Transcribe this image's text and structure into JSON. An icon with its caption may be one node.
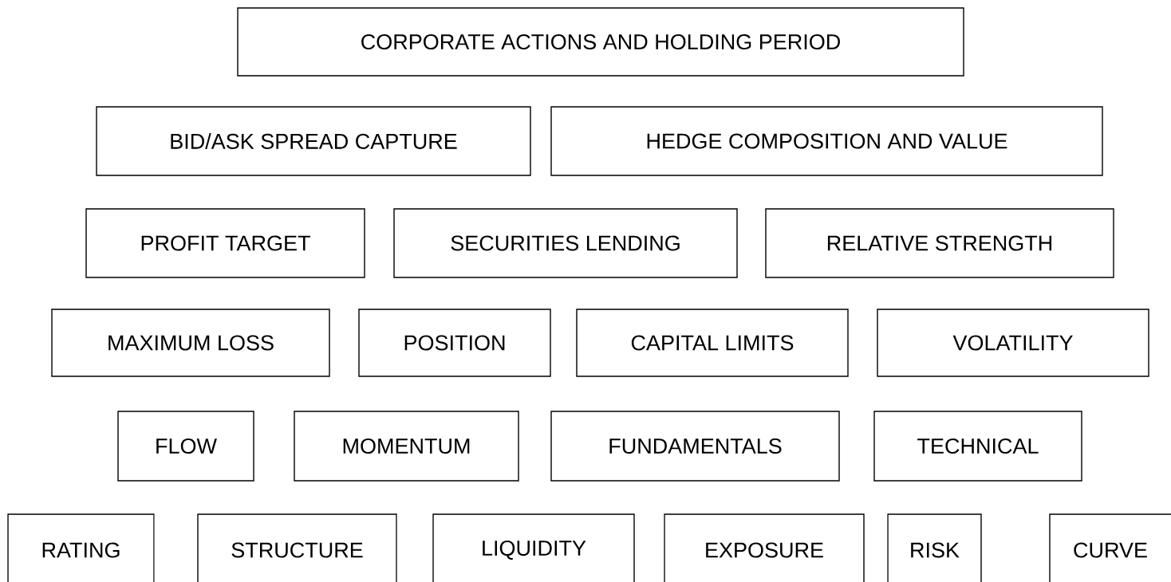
{
  "diagram": {
    "nodes": [
      {
        "text": [
          "CORPORATE ACTIONS AND HOLDING PERIOD"
        ]
      },
      {
        "text": [
          "BID/ASK SPREAD CAPTURE"
        ]
      },
      {
        "text": [
          "HEDGE COMPOSITION AND VALUE"
        ]
      },
      {
        "text": [
          "PROFIT TARGET"
        ]
      },
      {
        "text": [
          "SECURITIES LENDING"
        ]
      },
      {
        "text": [
          "RELATIVE STRENGTH"
        ]
      },
      {
        "text": [
          "MAXIMUM LOSS"
        ]
      },
      {
        "text": [
          "POSITION"
        ]
      },
      {
        "text": [
          "CAPITAL LIMITS"
        ]
      },
      {
        "text": [
          "VOLATILITY"
        ]
      },
      {
        "text": [
          "FLOW"
        ]
      },
      {
        "text": [
          "MOMENTUM"
        ]
      },
      {
        "text": [
          "FUNDAMENTALS"
        ]
      },
      {
        "text": [
          "TECHNICAL"
        ]
      },
      {
        "text": [
          "RATING"
        ]
      },
      {
        "text": [
          "STRUCTURE"
        ]
      },
      {
        "text": [
          "LIQUIDITY"
        ]
      },
      {
        "text": [
          "EXPOSURE"
        ]
      },
      {
        "text": [
          "RISK"
        ]
      },
      {
        "text": [
          "CURVE"
        ]
      }
    ]
  }
}
